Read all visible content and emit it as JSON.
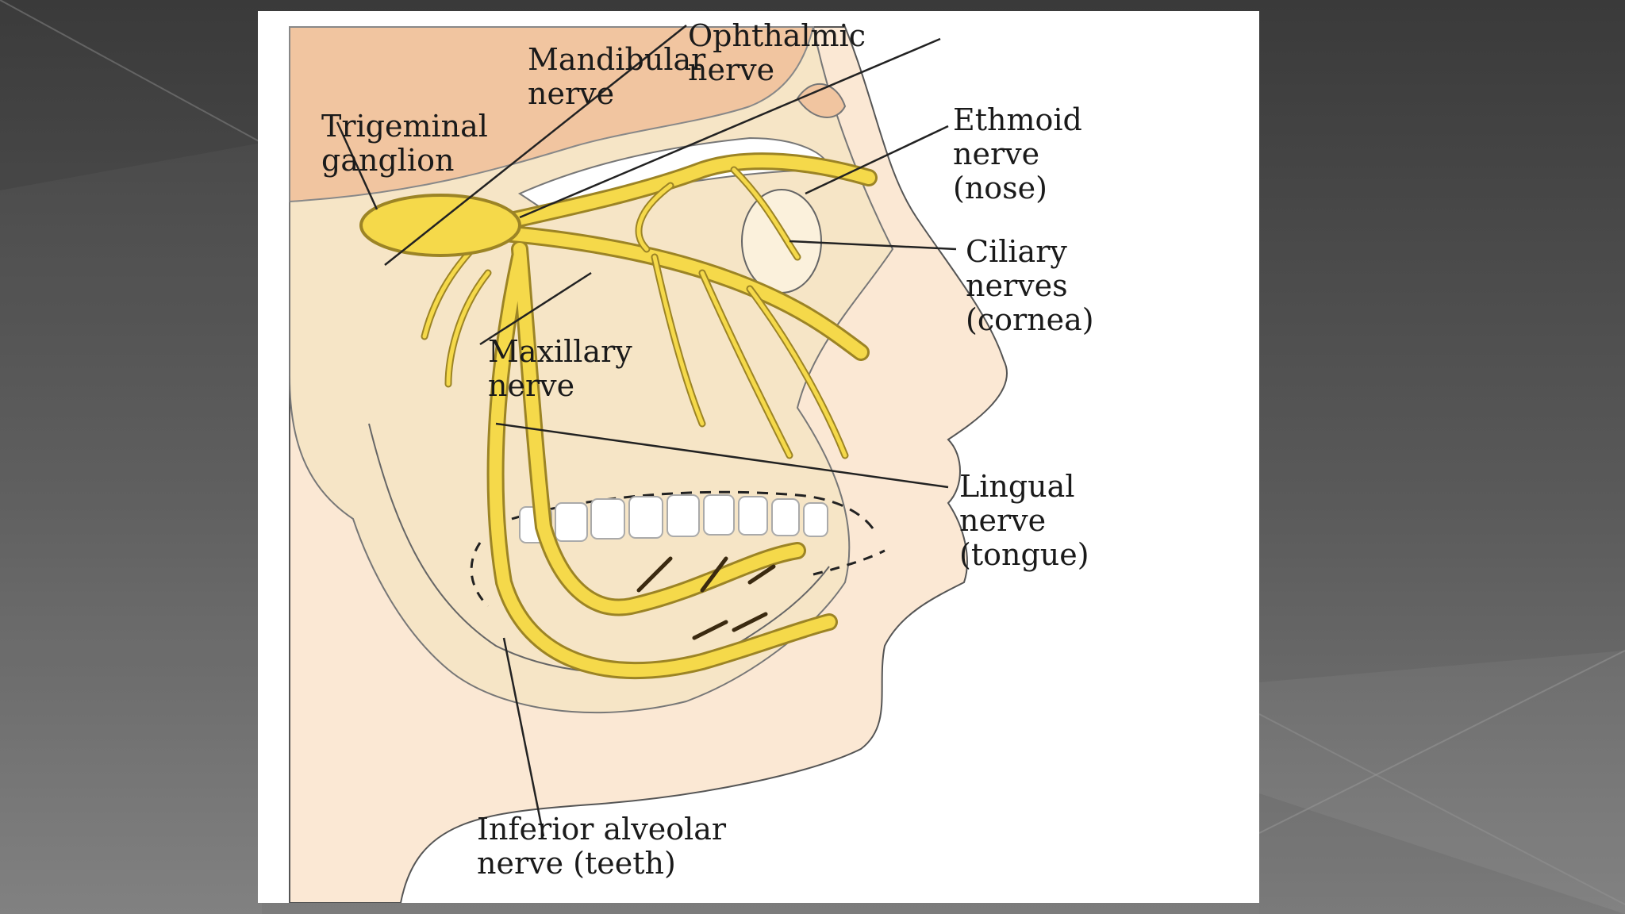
{
  "colors": {
    "background_dark": "#3b3b3b",
    "background_light": "#7a7a7a",
    "panel": "#ffffff",
    "skin": "#fbe8d4",
    "bone": "#f6e5c6",
    "brain": "#f1c5a0",
    "nerve": "#f5d94a",
    "nerve_outline": "#9c8425",
    "line": "#222222"
  },
  "icons": {
    "slide_background": "abstract-gray-polygon-background",
    "illustration": "head-profile-trigeminal-nerve-illustration"
  },
  "labels": {
    "ophthalmic": [
      "Ophthalmic",
      "nerve"
    ],
    "mandibular": [
      "Mandibular",
      "nerve"
    ],
    "trigeminal": [
      "Trigeminal",
      "ganglion"
    ],
    "ethmoid": [
      "Ethmoid",
      "nerve",
      "(nose)"
    ],
    "ciliary": [
      "Ciliary",
      "nerves",
      "(cornea)"
    ],
    "maxillary": [
      "Maxillary",
      "nerve"
    ],
    "lingual": [
      "Lingual",
      "nerve",
      "(tongue)"
    ],
    "inferior_alveolar": [
      "Inferior alveolar",
      "nerve (teeth)"
    ]
  }
}
